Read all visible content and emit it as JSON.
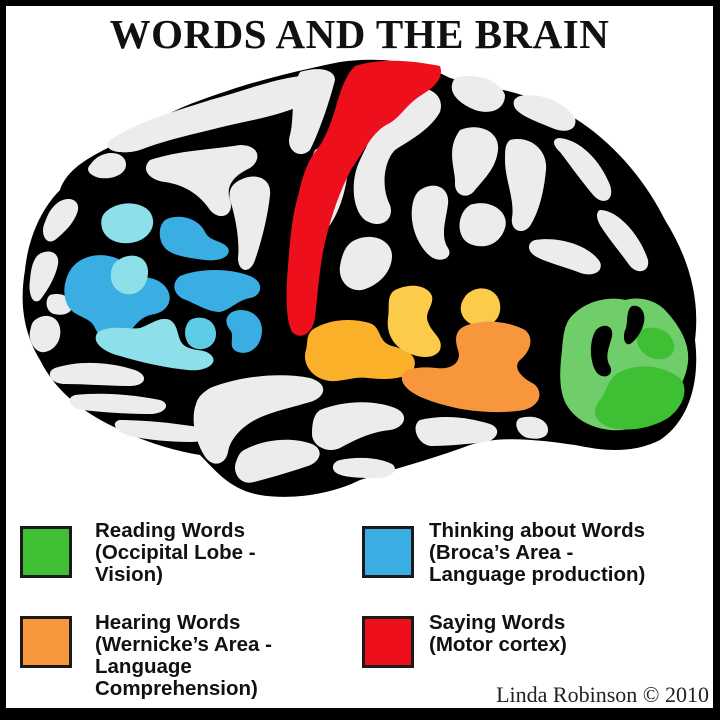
{
  "title": "WORDS AND THE BRAIN",
  "colors": {
    "reading": "#3fbf34",
    "reading_light": "#6fce6a",
    "thinking": "#3aaee3",
    "thinking_light": "#8de0ea",
    "hearing": "#f7963d",
    "hearing_yellow": "#fdcb4a",
    "hearing_amber": "#fbb02a",
    "saying": "#ee0f1d",
    "brain_fill": "#ececec",
    "outline": "#000000"
  },
  "legend": [
    {
      "id": "reading",
      "color": "#3fbf34",
      "lines": [
        "Reading Words",
        "(Occipital Lobe -",
        "Vision)"
      ]
    },
    {
      "id": "thinking",
      "color": "#3aaee3",
      "lines": [
        "Thinking about Words",
        "(Broca’s Area -",
        "Language production)"
      ]
    },
    {
      "id": "hearing",
      "color": "#f7963d",
      "lines": [
        "Hearing Words",
        "(Wernicke’s Area -",
        "Language",
        "Comprehension)"
      ]
    },
    {
      "id": "saying",
      "color": "#ee0f1d",
      "lines": [
        "Saying Words",
        "(Motor cortex)"
      ]
    }
  ],
  "credit": "Linda Robinson © 2010"
}
